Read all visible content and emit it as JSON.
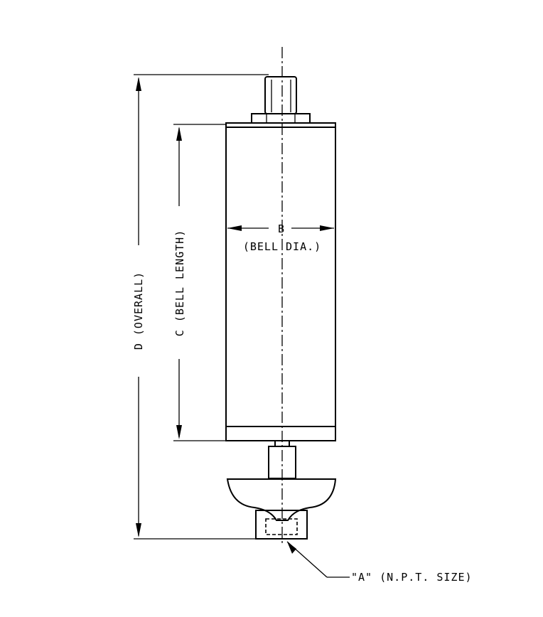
{
  "labels": {
    "b": "B",
    "bell_dia": "(BELL DIA.)",
    "c_bell_length": "C (BELL LENGTH)",
    "d_overall": "D (OVERALL)",
    "a_npt": "\"A\" (N.P.T. SIZE)"
  }
}
